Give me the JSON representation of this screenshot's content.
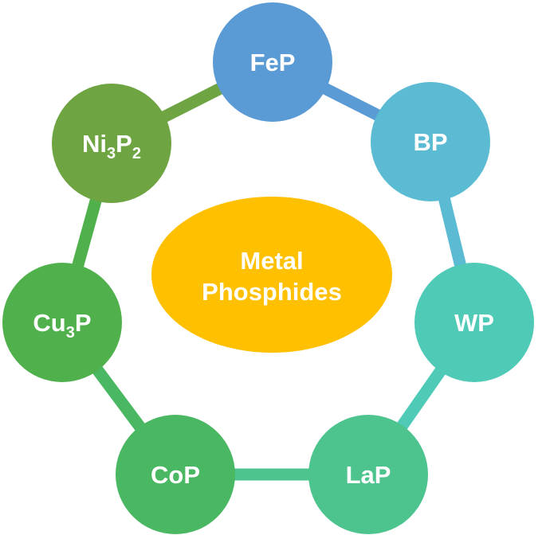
{
  "center": {
    "line1": "Metal",
    "line2": "Phosphides",
    "color": "#FFC000"
  },
  "nodes": [
    {
      "id": "fep",
      "base": "FeP",
      "sub": "",
      "mid": "",
      "sub2": "",
      "tail": "",
      "color": "#5B9BD5"
    },
    {
      "id": "bp",
      "base": "BP",
      "sub": "",
      "mid": "",
      "sub2": "",
      "tail": "",
      "color": "#5BBBD3"
    },
    {
      "id": "wp",
      "base": "WP",
      "sub": "",
      "mid": "",
      "sub2": "",
      "tail": "",
      "color": "#4FCAB7"
    },
    {
      "id": "lap",
      "base": "LaP",
      "sub": "",
      "mid": "",
      "sub2": "",
      "tail": "",
      "color": "#4DC48E"
    },
    {
      "id": "cop",
      "base": "CoP",
      "sub": "",
      "mid": "",
      "sub2": "",
      "tail": "",
      "color": "#4AB863"
    },
    {
      "id": "cu3p",
      "base": "Cu",
      "sub": "3",
      "mid": "P",
      "sub2": "",
      "tail": "",
      "color": "#50B14C"
    },
    {
      "id": "ni3p2",
      "base": "Ni",
      "sub": "3",
      "mid": "P",
      "sub2": "2",
      "tail": "",
      "color": "#6FA443"
    }
  ],
  "ring_colors": {
    "top": "#5B9BD5",
    "right": "#4FCAB7",
    "bottom": "#4DC48E",
    "left": "#4CAF50",
    "top_left": "#70AD47"
  }
}
